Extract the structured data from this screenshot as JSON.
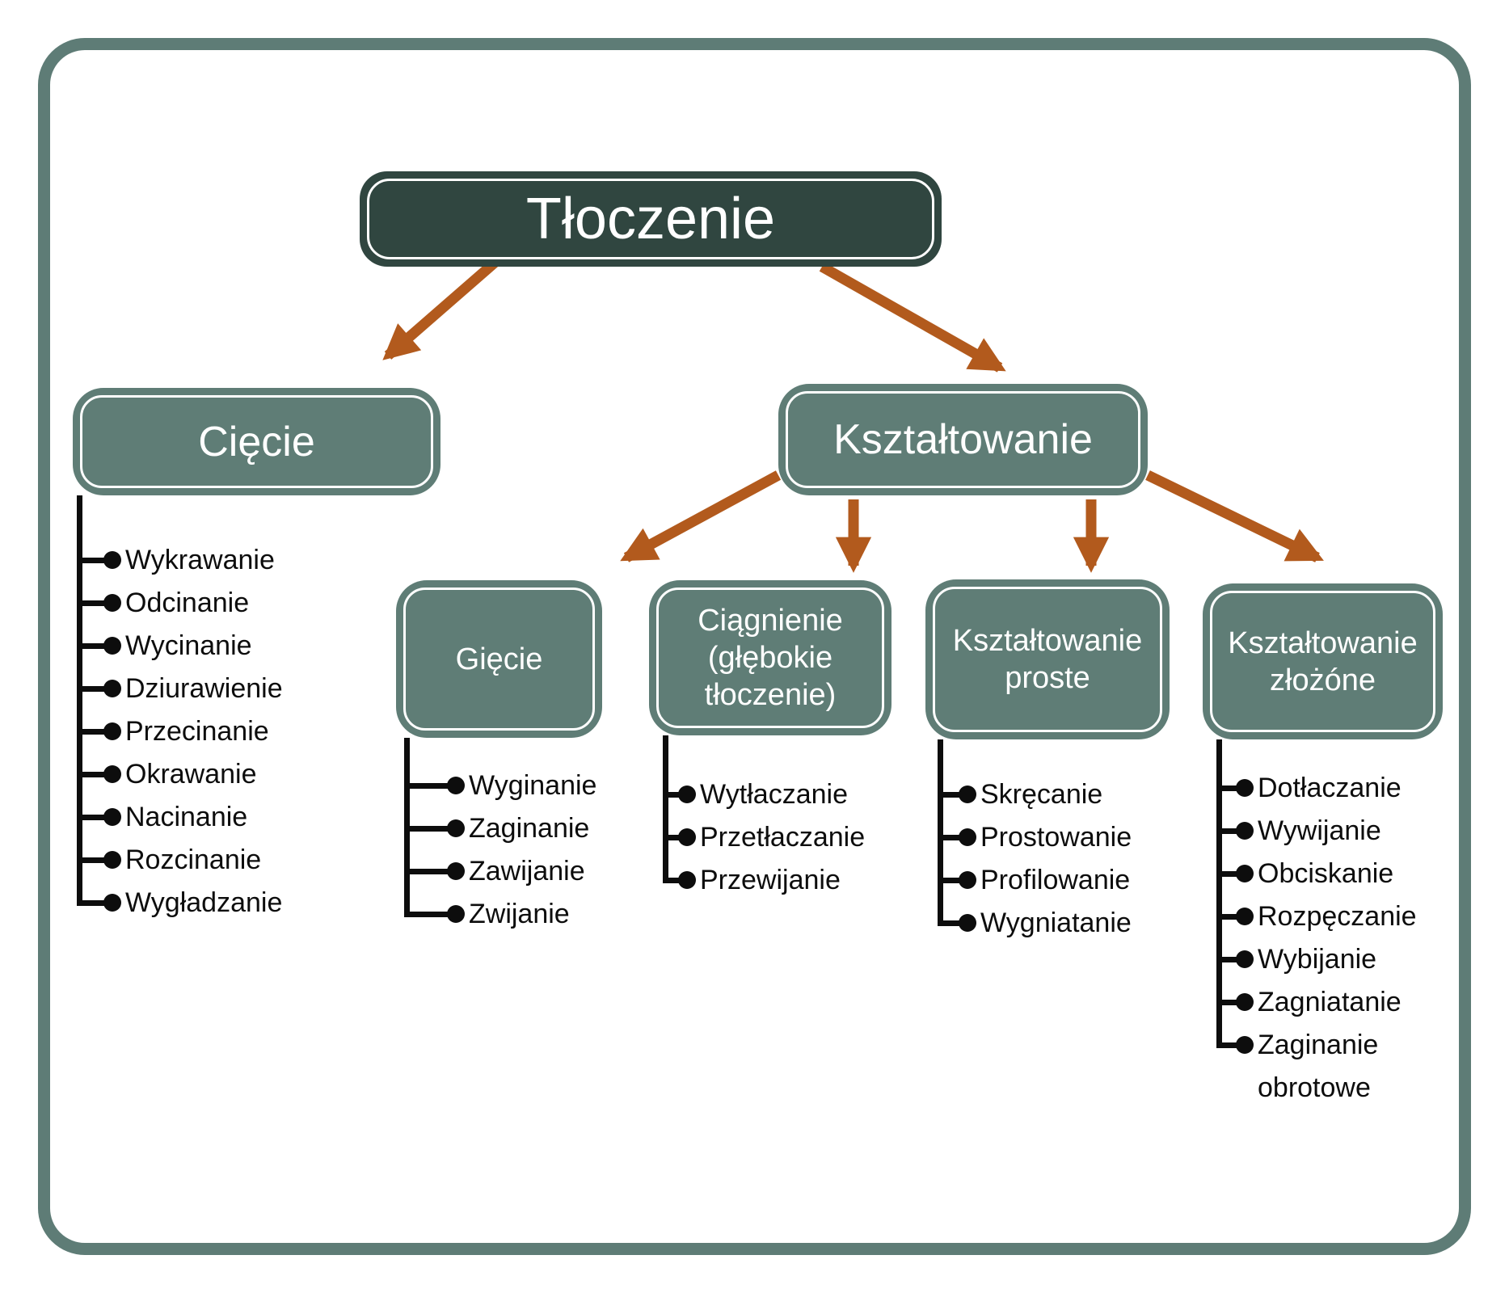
{
  "diagram": {
    "type": "tree",
    "nodes": {
      "tloczenie": {
        "label": "Tłoczenie"
      },
      "ciecie": {
        "label": "Cięcie",
        "items": [
          "Wykrawanie",
          "Odcinanie",
          "Wycinanie",
          "Dziurawienie",
          "Przecinanie",
          "Okrawanie",
          "Nacinanie",
          "Rozcinanie",
          "Wygładzanie"
        ]
      },
      "ksztaltowanie": {
        "label": "Kształtowanie"
      },
      "giecie": {
        "label": "Gięcie",
        "items": [
          "Wyginanie",
          "Zaginanie",
          "Zawijanie",
          "Zwijanie"
        ]
      },
      "ciagnienie": {
        "label": "Ciągnienie (głębokie tłoczenie)",
        "items": [
          "Wytłaczanie",
          "Przetłaczanie",
          "Przewijanie"
        ]
      },
      "proste": {
        "label": "Kształtowanie proste",
        "items": [
          "Skręcanie",
          "Prostowanie",
          "Profilowanie",
          "Wygniatanie"
        ]
      },
      "zlozone": {
        "label": "Kształtowanie złożóne",
        "items": [
          "Dotłaczanie",
          "Wywijanie",
          "Obciskanie",
          "Rozpęczanie",
          "Wybijanie",
          "Zagniatanie",
          "Zaginanie obrotowe"
        ]
      }
    },
    "edges": [
      {
        "from": "tloczenie",
        "to": "ciecie"
      },
      {
        "from": "tloczenie",
        "to": "ksztaltowanie"
      },
      {
        "from": "ksztaltowanie",
        "to": "giecie"
      },
      {
        "from": "ksztaltowanie",
        "to": "ciagnienie"
      },
      {
        "from": "ksztaltowanie",
        "to": "proste"
      },
      {
        "from": "ksztaltowanie",
        "to": "zlozone"
      }
    ]
  },
  "colors": {
    "frame": "#5e7c76",
    "node_dark": "#304640",
    "node_sage": "#5f7d76",
    "arrow": "#b25a1d",
    "text_dark": "#0d0d0d",
    "text_light": "#ffffff"
  }
}
